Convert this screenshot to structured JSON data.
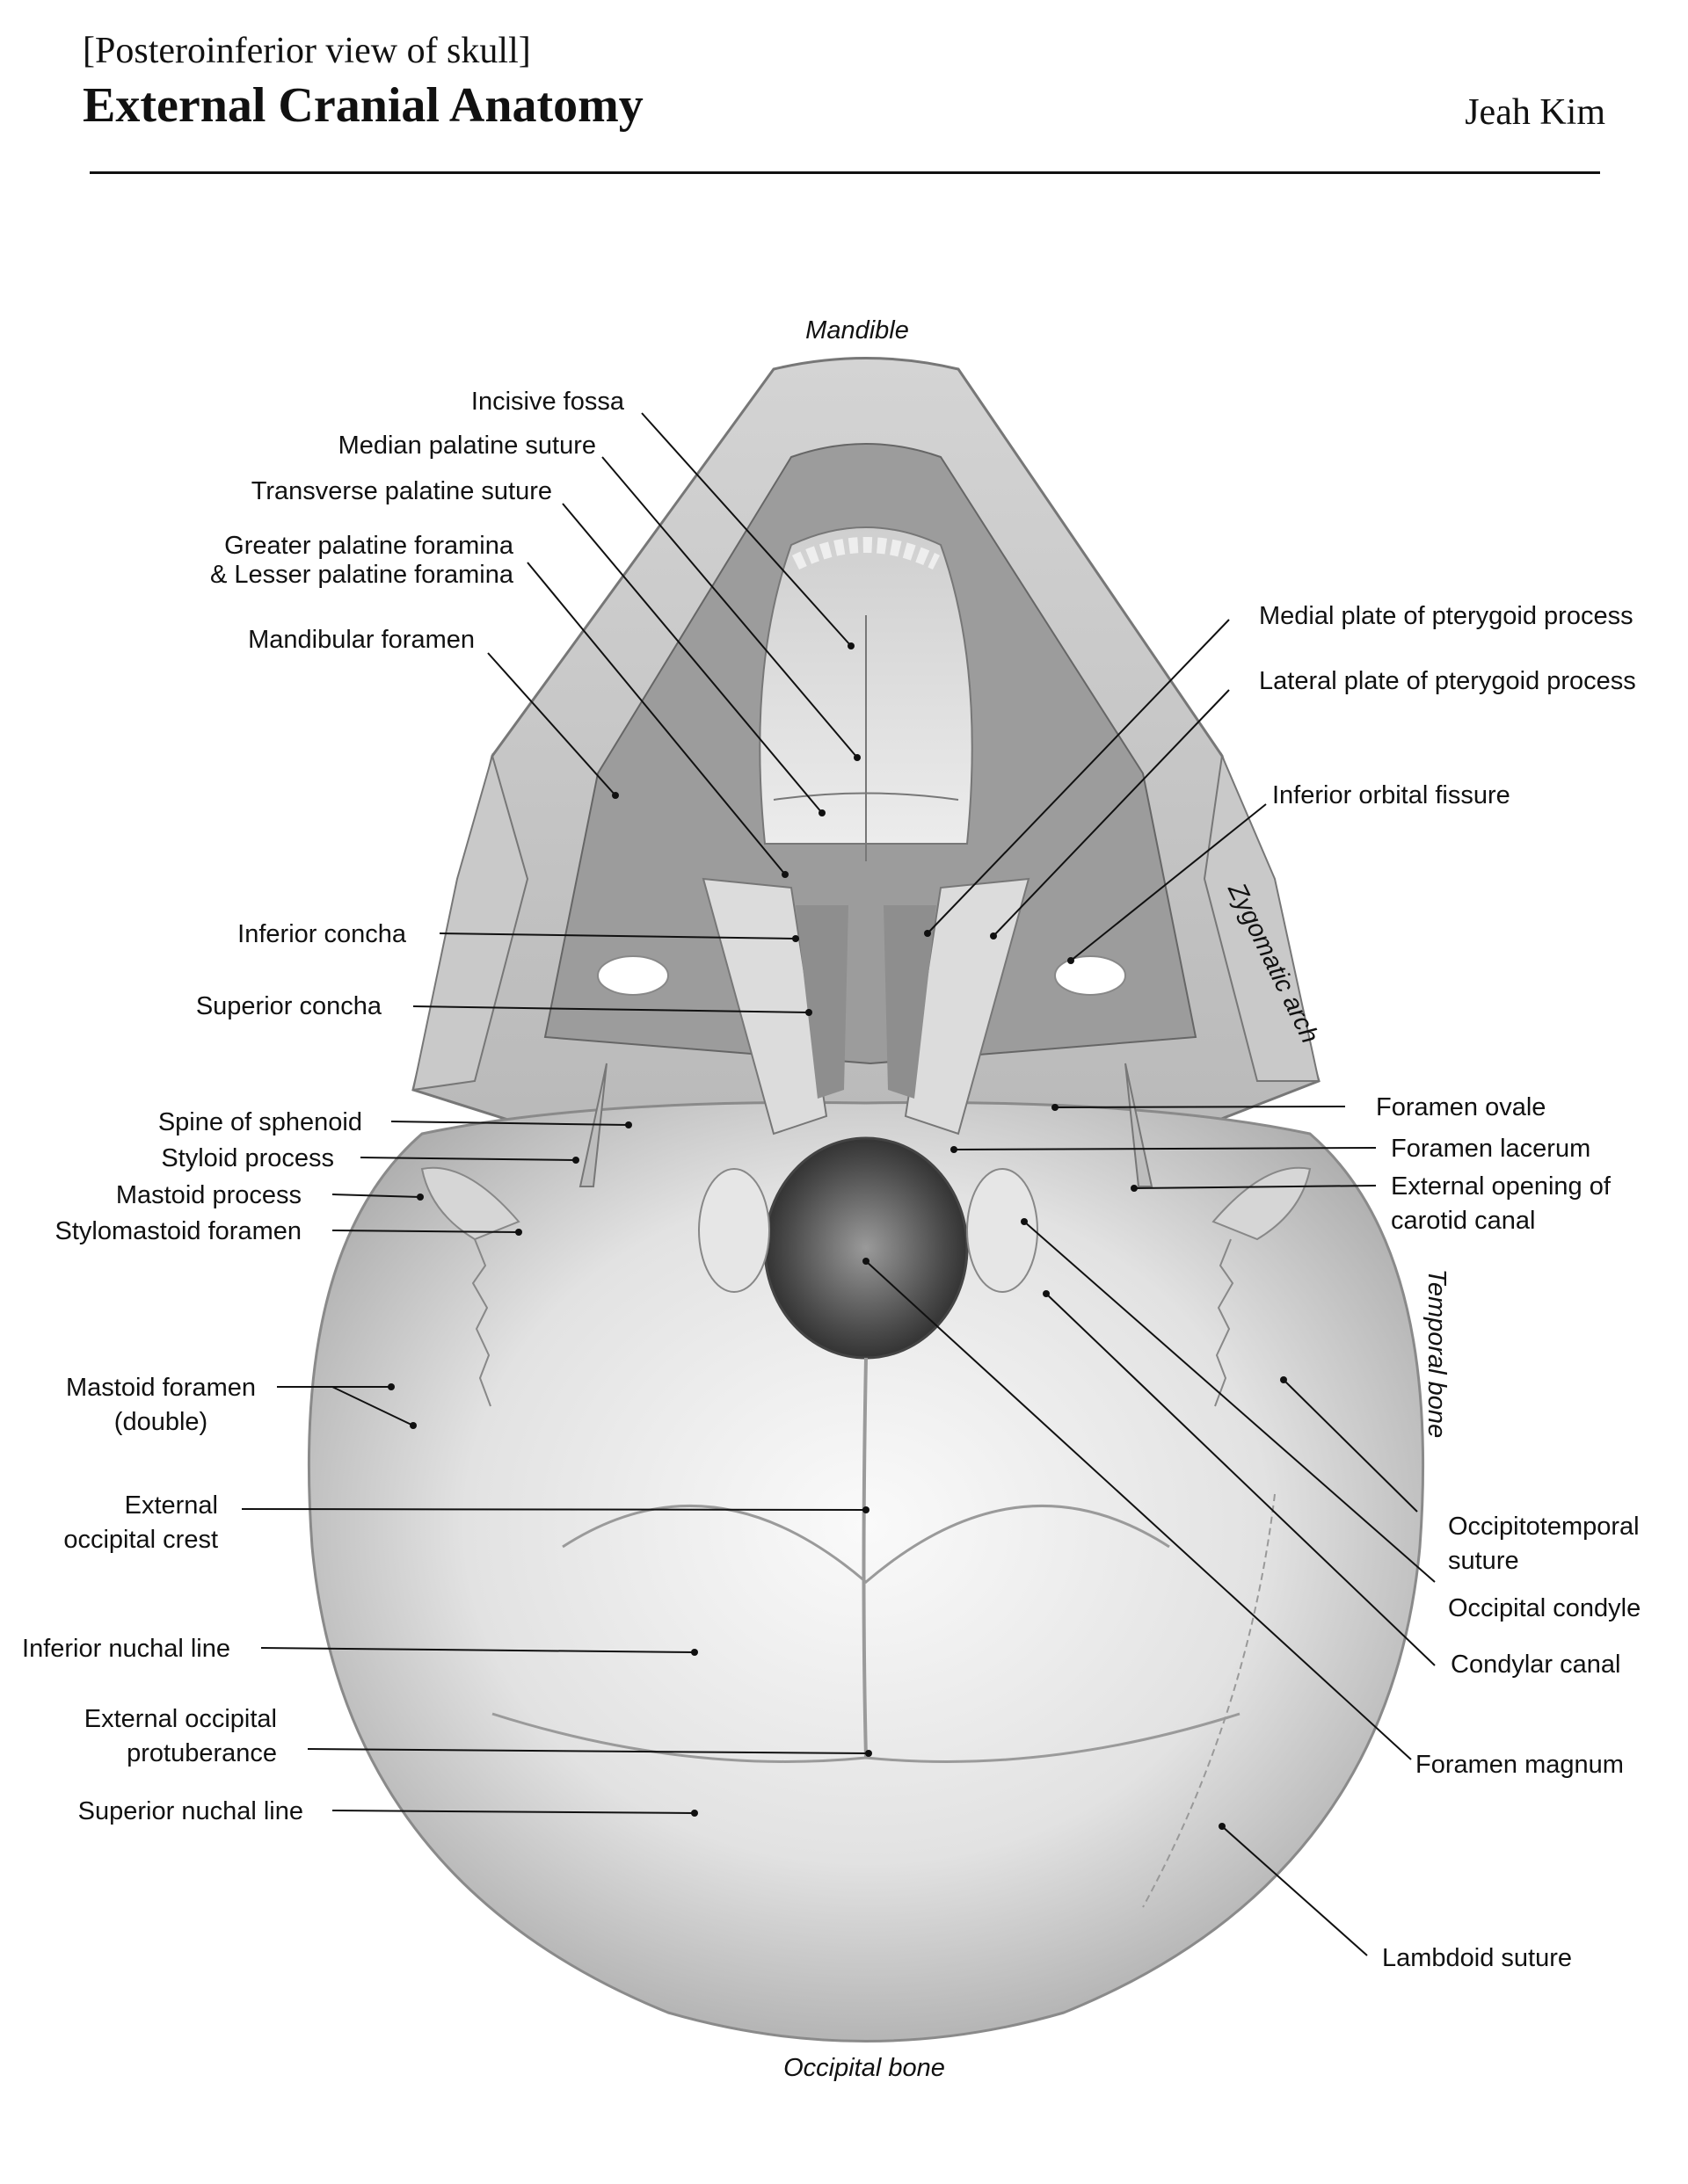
{
  "header": {
    "subtitle": "[Posteroinferior view of skull]",
    "title": "External Cranial Anatomy",
    "author": "Jeah Kim"
  },
  "regions": {
    "mandible": "Mandible",
    "zygomatic_arch": "Zygomatic arch",
    "temporal_bone": "Temporal bone",
    "occipital_bone": "Occipital bone"
  },
  "labels": {
    "incisive_fossa": "Incisive fossa",
    "median_palatine_suture": "Median palatine suture",
    "transverse_palatine_suture": "Transverse palatine suture",
    "greater_palatine_1": "Greater palatine foramina",
    "greater_palatine_2": "& Lesser palatine foramina",
    "mandibular_foramen": "Mandibular foramen",
    "inferior_concha": "Inferior concha",
    "superior_concha": "Superior concha",
    "spine_of_sphenoid": "Spine of sphenoid",
    "styloid_process": "Styloid process",
    "mastoid_process": "Mastoid process",
    "stylomastoid_foramen": "Stylomastoid foramen",
    "mastoid_foramen_1": "Mastoid foramen",
    "mastoid_foramen_2": "(double)",
    "ext_occ_crest_1": "External",
    "ext_occ_crest_2": "occipital crest",
    "inferior_nuchal_line": "Inferior nuchal line",
    "ext_occ_prot_1": "External occipital",
    "ext_occ_prot_2": "protuberance",
    "superior_nuchal_line": "Superior nuchal line",
    "medial_plate": "Medial plate of pterygoid process",
    "lateral_plate": "Lateral plate of pterygoid process",
    "inferior_orbital_fissure": "Inferior orbital fissure",
    "foramen_ovale": "Foramen ovale",
    "foramen_lacerum": "Foramen lacerum",
    "ext_carotid_1": "External opening of",
    "ext_carotid_2": "carotid canal",
    "occipitotemporal_1": "Occipitotemporal",
    "occipitotemporal_2": "suture",
    "occipital_condyle": "Occipital condyle",
    "condylar_canal": "Condylar canal",
    "foramen_magnum": "Foramen magnum",
    "lambdoid_suture": "Lambdoid suture"
  }
}
